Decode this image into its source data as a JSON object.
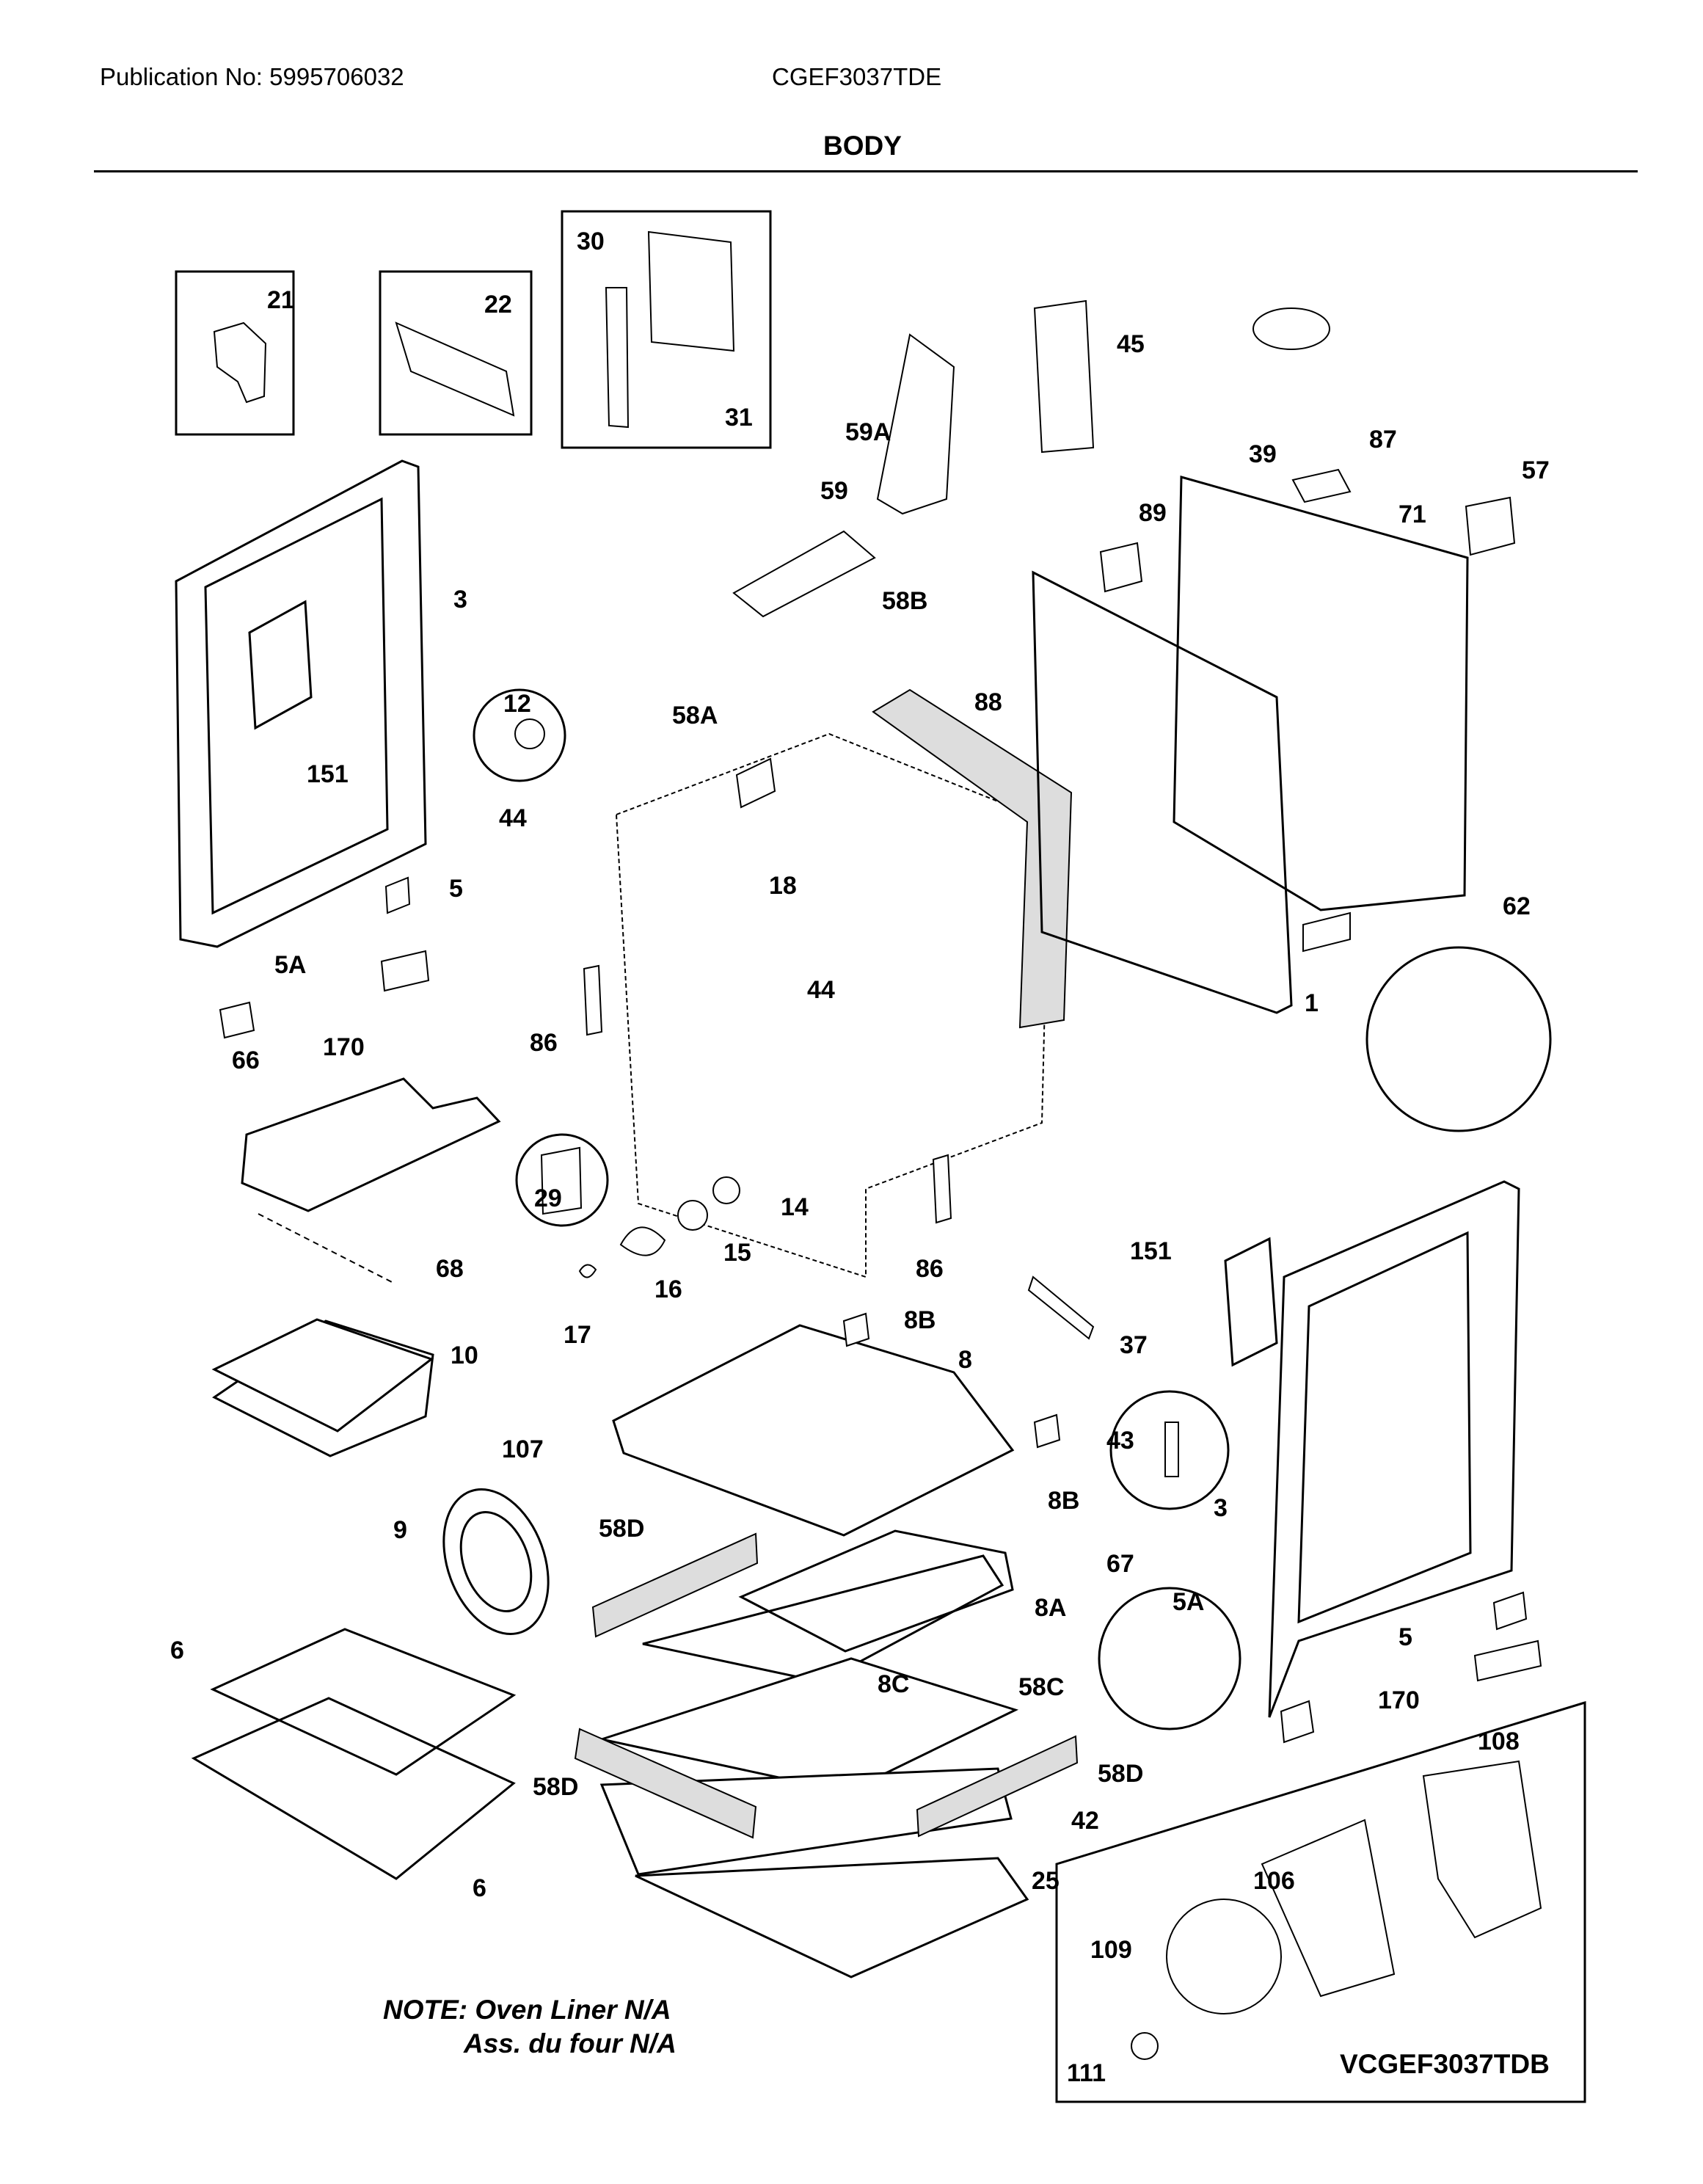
{
  "header": {
    "publication": "Publication No: 5995706032",
    "model": "CGEF3037TDE",
    "section": "BODY"
  },
  "note": {
    "line1": "NOTE: Oven Liner N/A",
    "line2": "Ass. du four N/A"
  },
  "variant_label": "VCGEF3037TDB",
  "callouts": [
    "21",
    "22",
    "30",
    "31",
    "45",
    "39",
    "87",
    "57",
    "59A",
    "59",
    "89",
    "71",
    "3",
    "58B",
    "88",
    "12",
    "58A",
    "151",
    "44",
    "18",
    "44",
    "1",
    "62",
    "5",
    "5A",
    "170",
    "86",
    "66",
    "29",
    "14",
    "15",
    "86",
    "68",
    "16",
    "17",
    "151",
    "37",
    "8B",
    "10",
    "8",
    "43",
    "9",
    "107",
    "8B",
    "3",
    "58D",
    "67",
    "6",
    "8A",
    "5A",
    "8C",
    "58C",
    "5",
    "170",
    "58D",
    "58D",
    "42",
    "108",
    "6",
    "25",
    "106",
    "109",
    "111"
  ]
}
